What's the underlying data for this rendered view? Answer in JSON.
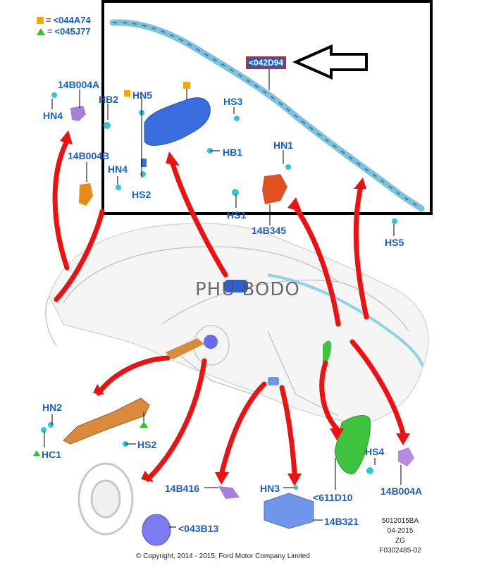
{
  "legend": {
    "items": [
      {
        "symbol": "orange-square",
        "color": "#f5a800",
        "eq": "=",
        "code": "<044A74"
      },
      {
        "symbol": "green-triangle",
        "color": "#22cc22",
        "eq": "=",
        "code": "<045J77"
      }
    ]
  },
  "highlight_part": "<042D94",
  "watermark": "PHU BODO",
  "labels": {
    "l_14B004A_top": "14B004A",
    "l_HB2": "HB2",
    "l_HN4_top": "HN4",
    "l_14B004B": "14B004B",
    "l_HN4_mid": "HN4",
    "l_HN5": "HN5",
    "l_HS3": "HS3",
    "l_HB1": "HB1",
    "l_HS2_top": "HS2",
    "l_HN1": "HN1",
    "l_HS1": "HS1",
    "l_14B345": "14B345",
    "l_HS5": "HS5",
    "l_HN2": "HN2",
    "l_HC1": "HC1",
    "l_HS2_bot": "HS2",
    "l_14B416": "14B416",
    "l_043B13": "<043B13",
    "l_HN3": "HN3",
    "l_14B321": "14B321",
    "l_611D10": "<611D10",
    "l_HS4": "HS4",
    "l_14B004A_bot": "14B004A"
  },
  "copyright": "© Copyright, 2014 - 2015, Ford Motor Company Limited",
  "info": {
    "line1": "5012015BA",
    "line2": "04-2015",
    "line3": "ZG",
    "line4": "F0302485-02"
  },
  "colors": {
    "label_blue": "#1a5fc8",
    "arrow_red": "#ee1111",
    "curtain_airbag": "#8fd3ea",
    "passenger_airbag": "#3a6ee0",
    "sensor_orange": "#e85a20",
    "knee_bracket": "#d98a3a",
    "seat_airbag": "#3ec33e",
    "side_sensor": "#b58be0",
    "driver_airbag": "#7c7cf0",
    "module": "#6f96e8"
  }
}
